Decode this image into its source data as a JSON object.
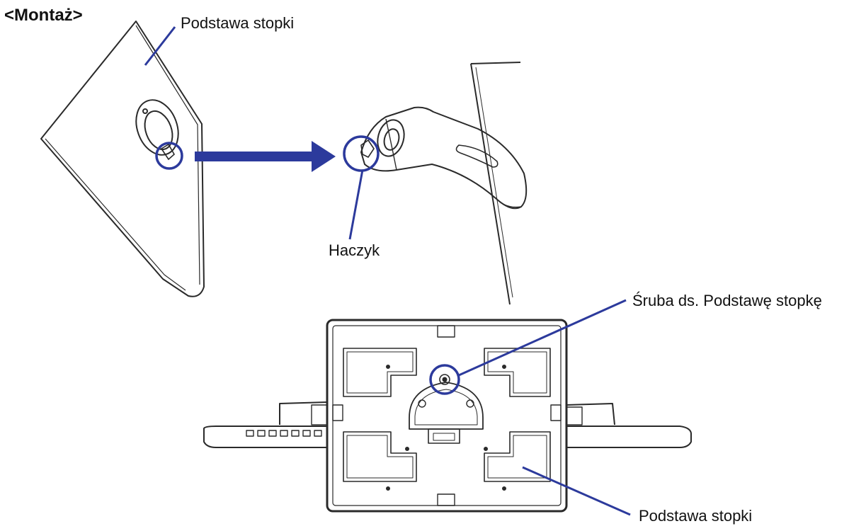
{
  "section_title": "<Montaż>",
  "callouts": {
    "base_top": "Podstawa stopki",
    "hook": "Haczyk",
    "screw": "Śruba ds. Podstawę stopkę",
    "base_bottom": "Podstawa stopki"
  },
  "colors": {
    "accent": "#2c3a9c",
    "line": "#2a2a2a"
  },
  "icons": {
    "direction_arrow": "arrow-right-icon",
    "highlight": "circle-highlight-icon"
  }
}
